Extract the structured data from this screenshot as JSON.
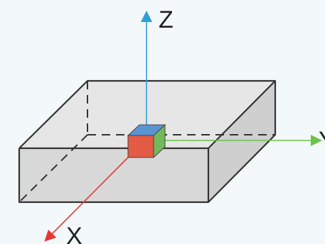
{
  "diagram": {
    "axes": {
      "z": {
        "label": "Z",
        "color": "#2e9fd6"
      },
      "y": {
        "label": "Y",
        "color": "#6cc24a"
      },
      "x": {
        "label": "X",
        "color": "#e53935"
      }
    },
    "block": {
      "front_face_color": "#d8d8d8",
      "top_face_color": "#e6e6e6",
      "right_face_color": "#cfcfcf",
      "edge_color": "#333333"
    },
    "cube": {
      "top_color": "#5b94d3",
      "front_color": "#e35b45",
      "right_color": "#75b85a"
    }
  }
}
